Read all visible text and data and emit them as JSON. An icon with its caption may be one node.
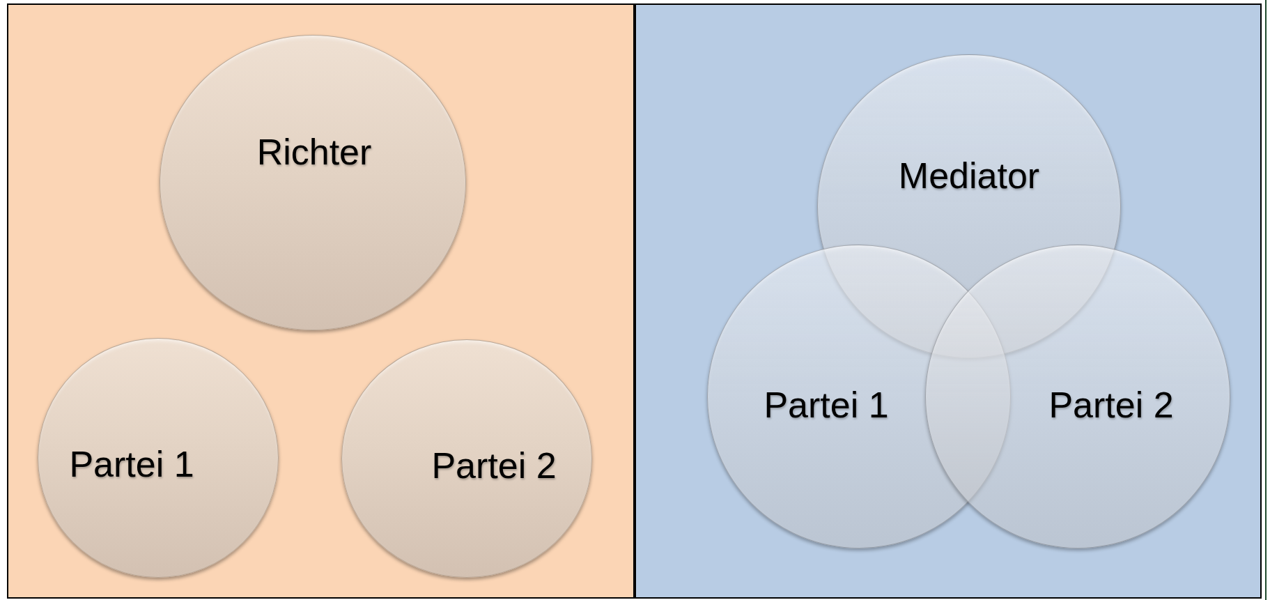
{
  "diagram": {
    "nodes": [
      {
        "text": [],
        "shape": "box"
      },
      {
        "text": [
          "Richter"
        ],
        "in": 0
      },
      {
        "text": [
          "Partei 1"
        ],
        "in": 0
      },
      {
        "text": [
          "Partei 2"
        ],
        "in": 0
      },
      {
        "text": [],
        "shape": "box"
      },
      {
        "text": [
          "Mediator"
        ],
        "in": 4
      },
      {
        "text": [
          "Partei 1"
        ],
        "in": 4
      },
      {
        "text": [
          "Partei 2"
        ],
        "in": 4
      }
    ]
  }
}
